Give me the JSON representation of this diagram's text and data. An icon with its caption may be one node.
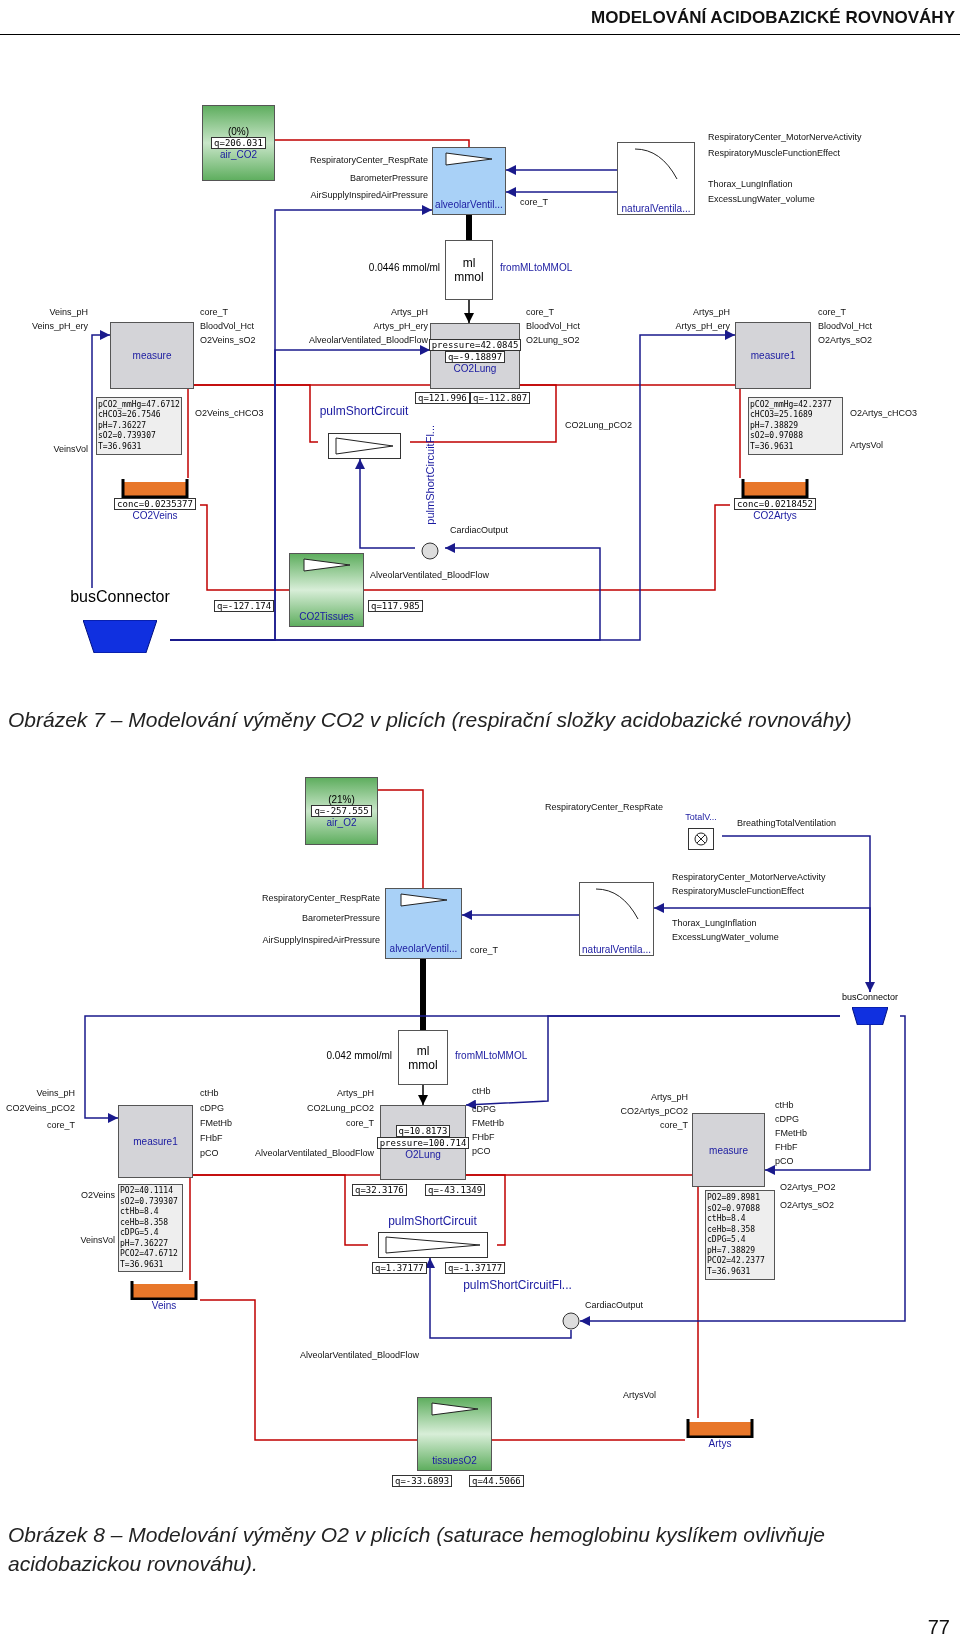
{
  "diagram": {
    "nodes": [
      {
        "text": [
          "(0%)",
          "q=206.031",
          "air_CO2"
        ]
      },
      {
        "text": [
          "alveolarVentil..."
        ]
      },
      {
        "text": [
          "naturalVentila..."
        ]
      },
      {
        "text": [
          "ml",
          "mmol"
        ],
        "beside": [
          "fromMLtoMMOL",
          "0.0446 mmol/ml"
        ]
      },
      {
        "text": [
          "pressure=42.0845",
          "q=-9.18897",
          "CO2Lung"
        ],
        "beside": [
          "q=121.996",
          "q=-112.807"
        ]
      },
      {
        "text": [
          "measure"
        ]
      },
      {
        "text": [
          "pCO2_mmHg=47.6712 cHCO3=26.7546 pH=7.36227 sO2=0.739307 T=36.9631"
        ]
      },
      {
        "text": [
          "conc=0.0235377",
          "CO2Veins"
        ]
      },
      {
        "text": [
          "pulmShortCircuit"
        ]
      },
      {
        "text": [
          "pulmShortCircuitFl..."
        ]
      },
      {
        "text": [
          "CO2Tissues"
        ],
        "beside": [
          "q=-127.174",
          "q=117.985"
        ]
      },
      {
        "text": [
          "measure1"
        ]
      },
      {
        "text": [
          "pCO2_mmHg=42.2377 cHCO3=25.1689 pH=7.38829 sO2=0.97088 T=36.9631"
        ]
      },
      {
        "text": [
          "conc=0.0218452",
          "CO2Artys"
        ]
      },
      {
        "text": [
          "busConnector"
        ]
      },
      {
        "text": [
          "(21%)",
          "q=-257.555",
          "air_O2"
        ]
      },
      {
        "text": [
          "alveolarVentil..."
        ]
      },
      {
        "text": [
          "TotalV..."
        ]
      },
      {
        "text": [
          "naturalVentila..."
        ]
      },
      {
        "text": [
          "ml",
          "mmol"
        ],
        "beside": [
          "fromMLtoMMOL",
          "0.042 mmol/ml"
        ]
      },
      {
        "text": [
          "q=10.8173",
          "pressure=100.714",
          "O2Lung"
        ],
        "beside": [
          "q=32.3176",
          "q=-43.1349"
        ]
      },
      {
        "text": [
          "measure1"
        ]
      },
      {
        "text": [
          "PO2=40.1114 sO2=0.739307 ctHb=8.4 ceHb=8.358 cDPG=5.4 pH=7.36227 PCO2=47.6712 T=36.9631"
        ]
      },
      {
        "text": [
          "Veins"
        ]
      },
      {
        "text": [
          "pulmShortCircuit"
        ],
        "beside": [
          "q=1.37177",
          "q=-1.37177"
        ]
      },
      {
        "text": [
          "pulmShortCircuitFl..."
        ]
      },
      {
        "text": [
          "tissuesO2"
        ],
        "beside": [
          "q=-33.6893",
          "q=44.5066"
        ]
      },
      {
        "text": [
          "measure"
        ]
      },
      {
        "text": [
          "PO2=89.8981 sO2=0.97088 ctHb=8.4 ceHb=8.358 cDPG=5.4 pH=7.38829 PCO2=42.2377 T=36.9631"
        ]
      },
      {
        "text": [
          "Artys"
        ]
      },
      {
        "text": [
          "busConnector"
        ]
      }
    ],
    "edges": [
      {
        "from": 0,
        "to": 1,
        "arrow": "none"
      },
      {
        "from": 1,
        "to": 3,
        "arrow": "none",
        "style": "thick",
        "color": "#000000"
      },
      {
        "from": 3,
        "to": 4,
        "arrow": "to",
        "color": "#000000"
      },
      {
        "from": 4,
        "to": 5,
        "arrow": "none"
      },
      {
        "from": 5,
        "to": 7,
        "arrow": "none"
      },
      {
        "from": 7,
        "to": 10,
        "arrow": "none"
      },
      {
        "from": 10,
        "to": 13,
        "arrow": "none"
      },
      {
        "from": 4,
        "to": 11,
        "arrow": "none"
      },
      {
        "from": 11,
        "to": 13,
        "arrow": "none"
      },
      {
        "from": 5,
        "to": 8,
        "arrow": "none"
      },
      {
        "from": 8,
        "to": 4,
        "arrow": "none"
      },
      {
        "from": 9,
        "to": 8,
        "arrow": "to",
        "color": "#1a1a8c"
      },
      {
        "from": 2,
        "to": 1,
        "arrow": "to",
        "color": "#1a1a8c"
      },
      {
        "from": 2,
        "to": 1,
        "arrow": "to",
        "color": "#1a1a8c"
      },
      {
        "from": 14,
        "to": 5,
        "arrow": "to",
        "color": "#1a1a8c"
      },
      {
        "from": 14,
        "to": 1,
        "arrow": "to",
        "color": "#1a1a8c"
      },
      {
        "from": 14,
        "to": 11,
        "arrow": "to",
        "color": "#1a1a8c"
      },
      {
        "from": 14,
        "to": 4,
        "arrow": "to",
        "color": "#1a1a8c"
      },
      {
        "from": 14,
        "to": 9,
        "arrow": "to",
        "color": "#1a1a8c"
      },
      {
        "from": 15,
        "to": 16,
        "arrow": "none"
      },
      {
        "from": 16,
        "to": 19,
        "arrow": "none",
        "style": "thick",
        "color": "#000000"
      },
      {
        "from": 19,
        "to": 20,
        "arrow": "to",
        "color": "#000000"
      },
      {
        "from": 20,
        "to": 21,
        "arrow": "none"
      },
      {
        "from": 21,
        "to": 23,
        "arrow": "none"
      },
      {
        "from": 23,
        "to": 26,
        "arrow": "none"
      },
      {
        "from": 26,
        "to": 29,
        "arrow": "none"
      },
      {
        "from": 20,
        "to": 27,
        "arrow": "none"
      },
      {
        "from": 27,
        "to": 29,
        "arrow": "none"
      },
      {
        "from": 21,
        "to": 24,
        "arrow": "none"
      },
      {
        "from": 24,
        "to": 20,
        "arrow": "none"
      },
      {
        "from": 25,
        "to": 24,
        "arrow": "to",
        "color": "#1a1a8c"
      },
      {
        "from": 30,
        "to": 25,
        "arrow": "to",
        "color": "#1a1a8c"
      },
      {
        "from": 18,
        "to": 16,
        "arrow": "to",
        "color": "#1a1a8c"
      },
      {
        "from": 17,
        "to": 30,
        "arrow": "to",
        "color": "#1a1a8c"
      },
      {
        "from": 30,
        "to": 18,
        "arrow": "to",
        "color": "#1a1a8c"
      },
      {
        "from": 30,
        "to": 21,
        "arrow": "to",
        "color": "#1a1a8c"
      },
      {
        "from": 30,
        "to": 20,
        "arrow": "to",
        "color": "#1a1a8c"
      },
      {
        "from": 30,
        "to": 27,
        "arrow": "to",
        "color": "#1a1a8c"
      }
    ],
    "labels": [
      "MODELOVÁNÍ ACIDOBAZICKÉ ROVNOVÁHY",
      "RespiratoryCenter_RespRate",
      "BarometerPressure",
      "AirSupplyInspiredAirPressure",
      "core_T",
      "RespiratoryCenter_MotorNerveActivity",
      "RespiratoryMuscleFunctionEffect",
      "Thorax_LungInflation",
      "ExcessLungWater_volume",
      "Veins_pH",
      "Veins_pH_ery",
      "core_T",
      "BloodVol_Hct",
      "O2Veins_sO2",
      "Artys_pH",
      "Artys_pH_ery",
      "AlveolarVentilated_BloodFlow",
      "core_T",
      "BloodVol_Hct",
      "O2Lung_sO2",
      "Artys_pH",
      "Artys_pH_ery",
      "core_T",
      "BloodVol_Hct",
      "O2Artys_sO2",
      "O2Veins_cHCO3",
      "VeinsVol",
      "CO2Lung_pCO2",
      "O2Artys_cHCO3",
      "ArtysVol",
      "AlveolarVentilated_BloodFlow",
      "CardiacOutput",
      "Obrázek 7 – Modelování výměny CO2 v plicích (respirační složky acidobazické rovnováhy)",
      "RespiratoryCenter_RespRate",
      "BreathingTotalVentilation",
      "RespiratoryCenter_MotorNerveActivity",
      "RespiratoryMuscleFunctionEffect",
      "Thorax_LungInflation",
      "ExcessLungWater_volume",
      "RespiratoryCenter_RespRate",
      "BarometerPressure",
      "AirSupplyInspiredAirPressure",
      "core_T",
      "Veins_pH",
      "CO2Veins_pCO2",
      "core_T",
      "ctHb",
      "cDPG",
      "FMetHb",
      "FHbF",
      "pCO",
      "Artys_pH",
      "CO2Lung_pCO2",
      "core_T",
      "AlveolarVentilated_BloodFlow",
      "ctHb",
      "cDPG",
      "FMetHb",
      "FHbF",
      "pCO",
      "Artys_pH",
      "CO2Artys_pCO2",
      "core_T",
      "ctHb",
      "cDPG",
      "FMetHb",
      "FHbF",
      "pCO",
      "O2Artys_PO2",
      "O2Artys_sO2",
      "O2Veins",
      "VeinsVol",
      "CardiacOutput",
      "AlveolarVentilated_BloodFlow",
      "ArtysVol",
      "Obrázek 8 – Modelování výměny O2 v plicích (saturace hemoglobinu kyslíkem ovlivňuje acidobazickou rovnováhu).",
      "77"
    ]
  }
}
